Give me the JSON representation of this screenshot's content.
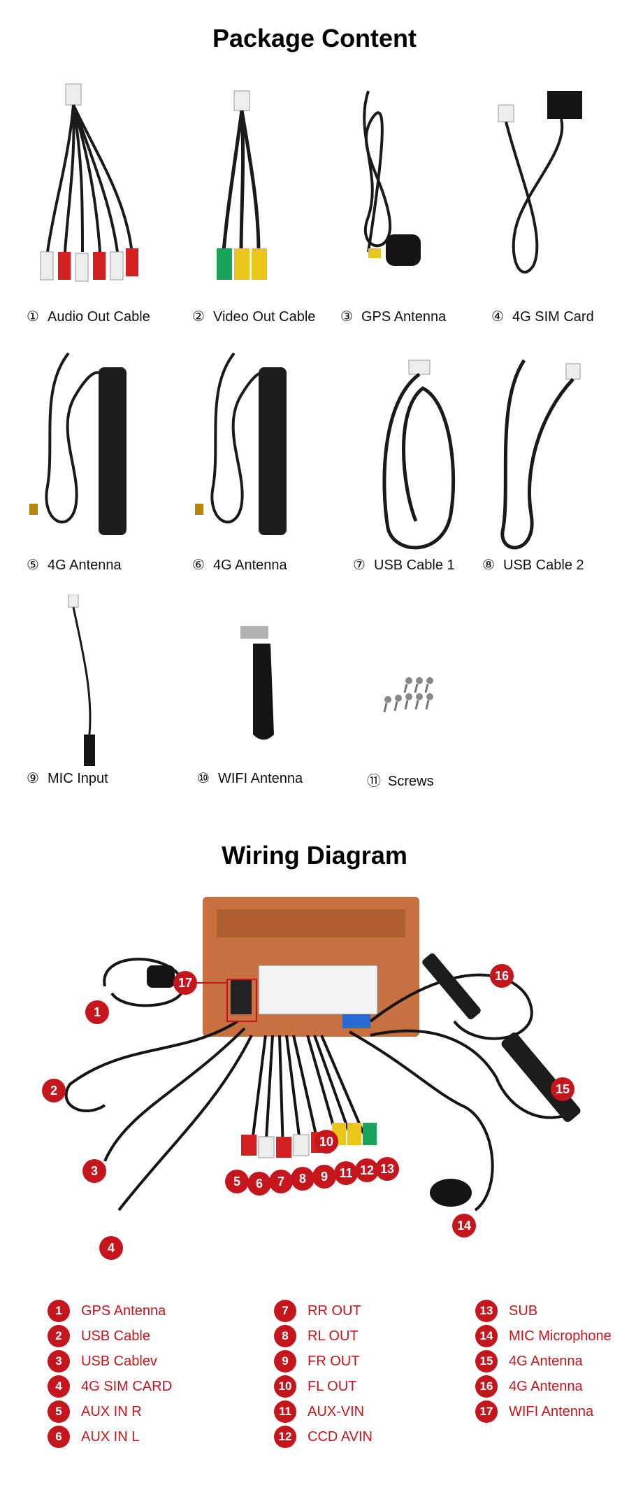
{
  "package": {
    "title": "Package Content",
    "items": [
      {
        "num": "①",
        "label": "Audio Out Cable"
      },
      {
        "num": "②",
        "label": "Video Out Cable"
      },
      {
        "num": "③",
        "label": "GPS Antenna"
      },
      {
        "num": "④",
        "label": "4G SIM Card"
      },
      {
        "num": "⑤",
        "label": "4G Antenna"
      },
      {
        "num": "⑥",
        "label": "4G Antenna"
      },
      {
        "num": "⑦",
        "label": "USB Cable 1"
      },
      {
        "num": "⑧",
        "label": "USB Cable 2"
      },
      {
        "num": "⑨",
        "label": "MIC Input"
      },
      {
        "num": "⑩",
        "label": "WIFI Antenna"
      },
      {
        "num": "⑪",
        "label": "Screws"
      }
    ]
  },
  "wiring": {
    "title": "Wiring Diagram",
    "callouts": [
      "1",
      "2",
      "3",
      "4",
      "5",
      "6",
      "7",
      "8",
      "9",
      "10",
      "11",
      "12",
      "13",
      "14",
      "15",
      "16",
      "17"
    ],
    "legend": [
      {
        "num": "1",
        "label": "GPS Antenna"
      },
      {
        "num": "2",
        "label": "USB Cable"
      },
      {
        "num": "3",
        "label": "USB Cablev"
      },
      {
        "num": "4",
        "label": "4G SIM CARD"
      },
      {
        "num": "5",
        "label": "AUX IN R"
      },
      {
        "num": "6",
        "label": "AUX IN L"
      },
      {
        "num": "7",
        "label": "RR OUT"
      },
      {
        "num": "8",
        "label": "RL OUT"
      },
      {
        "num": "9",
        "label": "FR OUT"
      },
      {
        "num": "10",
        "label": "FL OUT"
      },
      {
        "num": "11",
        "label": "AUX-VIN"
      },
      {
        "num": "12",
        "label": "CCD AVIN"
      },
      {
        "num": "13",
        "label": "SUB"
      },
      {
        "num": "14",
        "label": "MIC Microphone"
      },
      {
        "num": "15",
        "label": "4G Antenna"
      },
      {
        "num": "16",
        "label": "4G Antenna"
      },
      {
        "num": "17",
        "label": "WIFI Antenna"
      }
    ]
  },
  "colors": {
    "accent_red": "#c4161c",
    "cable": "#1a1a1a",
    "unit_copper": "#c8703f"
  }
}
